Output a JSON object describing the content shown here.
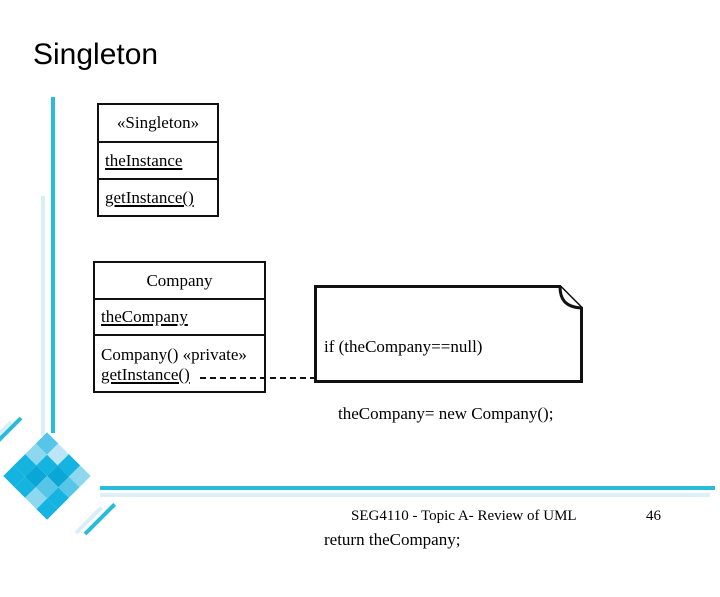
{
  "slide": {
    "title": "Singleton",
    "accent_color": "#29bcd9",
    "accent_color_faint": "#d9eff7",
    "background": "#ffffff"
  },
  "diagram": {
    "singleton_class": {
      "stereotype": "«Singleton»",
      "attribute": "theInstance",
      "operation": "getInstance()"
    },
    "company_class": {
      "name": "Company",
      "attribute": "theCompany",
      "constructor": "Company() «private»",
      "operation": "getInstance()"
    },
    "note": {
      "line1": "if (theCompany==null)",
      "line2": "theCompany= new Company();",
      "line3": "return theCompany;"
    }
  },
  "footer": {
    "course": "SEG4110 - Topic A-  Review of UML",
    "page_number": "46"
  }
}
